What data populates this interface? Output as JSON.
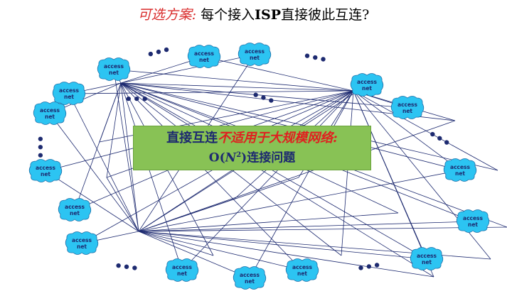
{
  "title": {
    "alt_label": "可选方案:",
    "text_pre": " 每个接入",
    "isp": "ISP",
    "text_post": "直接彼此互连?"
  },
  "network": {
    "access_line1": "access",
    "access_line2": "net",
    "ellipsis": "•••",
    "colors": {
      "cloud_fill": "#2cc4f2",
      "cloud_stroke": "#1f6fa8",
      "link": "#1d2a70"
    }
  },
  "callout": {
    "line1_pre": "直接互连",
    "line1_em": "不适用于大规模网络:",
    "line2_pre": "O(",
    "line2_n": "N",
    "line2_sup": "2",
    "line2_post": ")连接问题",
    "colors": {
      "bg": "#88c255",
      "text": "#1d2a70",
      "emphasis": "#e02020"
    }
  }
}
